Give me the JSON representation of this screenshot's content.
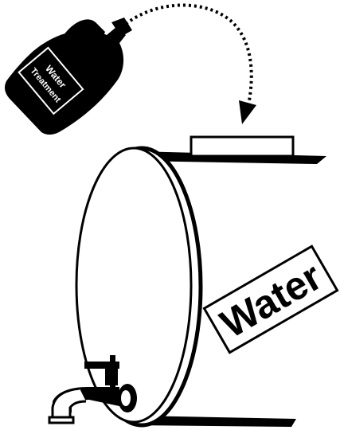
{
  "jug_label": {
    "line1": "Water",
    "line2": "Treatment"
  },
  "tank_label": "Water",
  "colors": {
    "ink": "#000000",
    "paper": "#ffffff"
  },
  "icons": [
    "treatment-jug-icon",
    "pour-arrow-icon",
    "tank-icon",
    "faucet-icon"
  ]
}
